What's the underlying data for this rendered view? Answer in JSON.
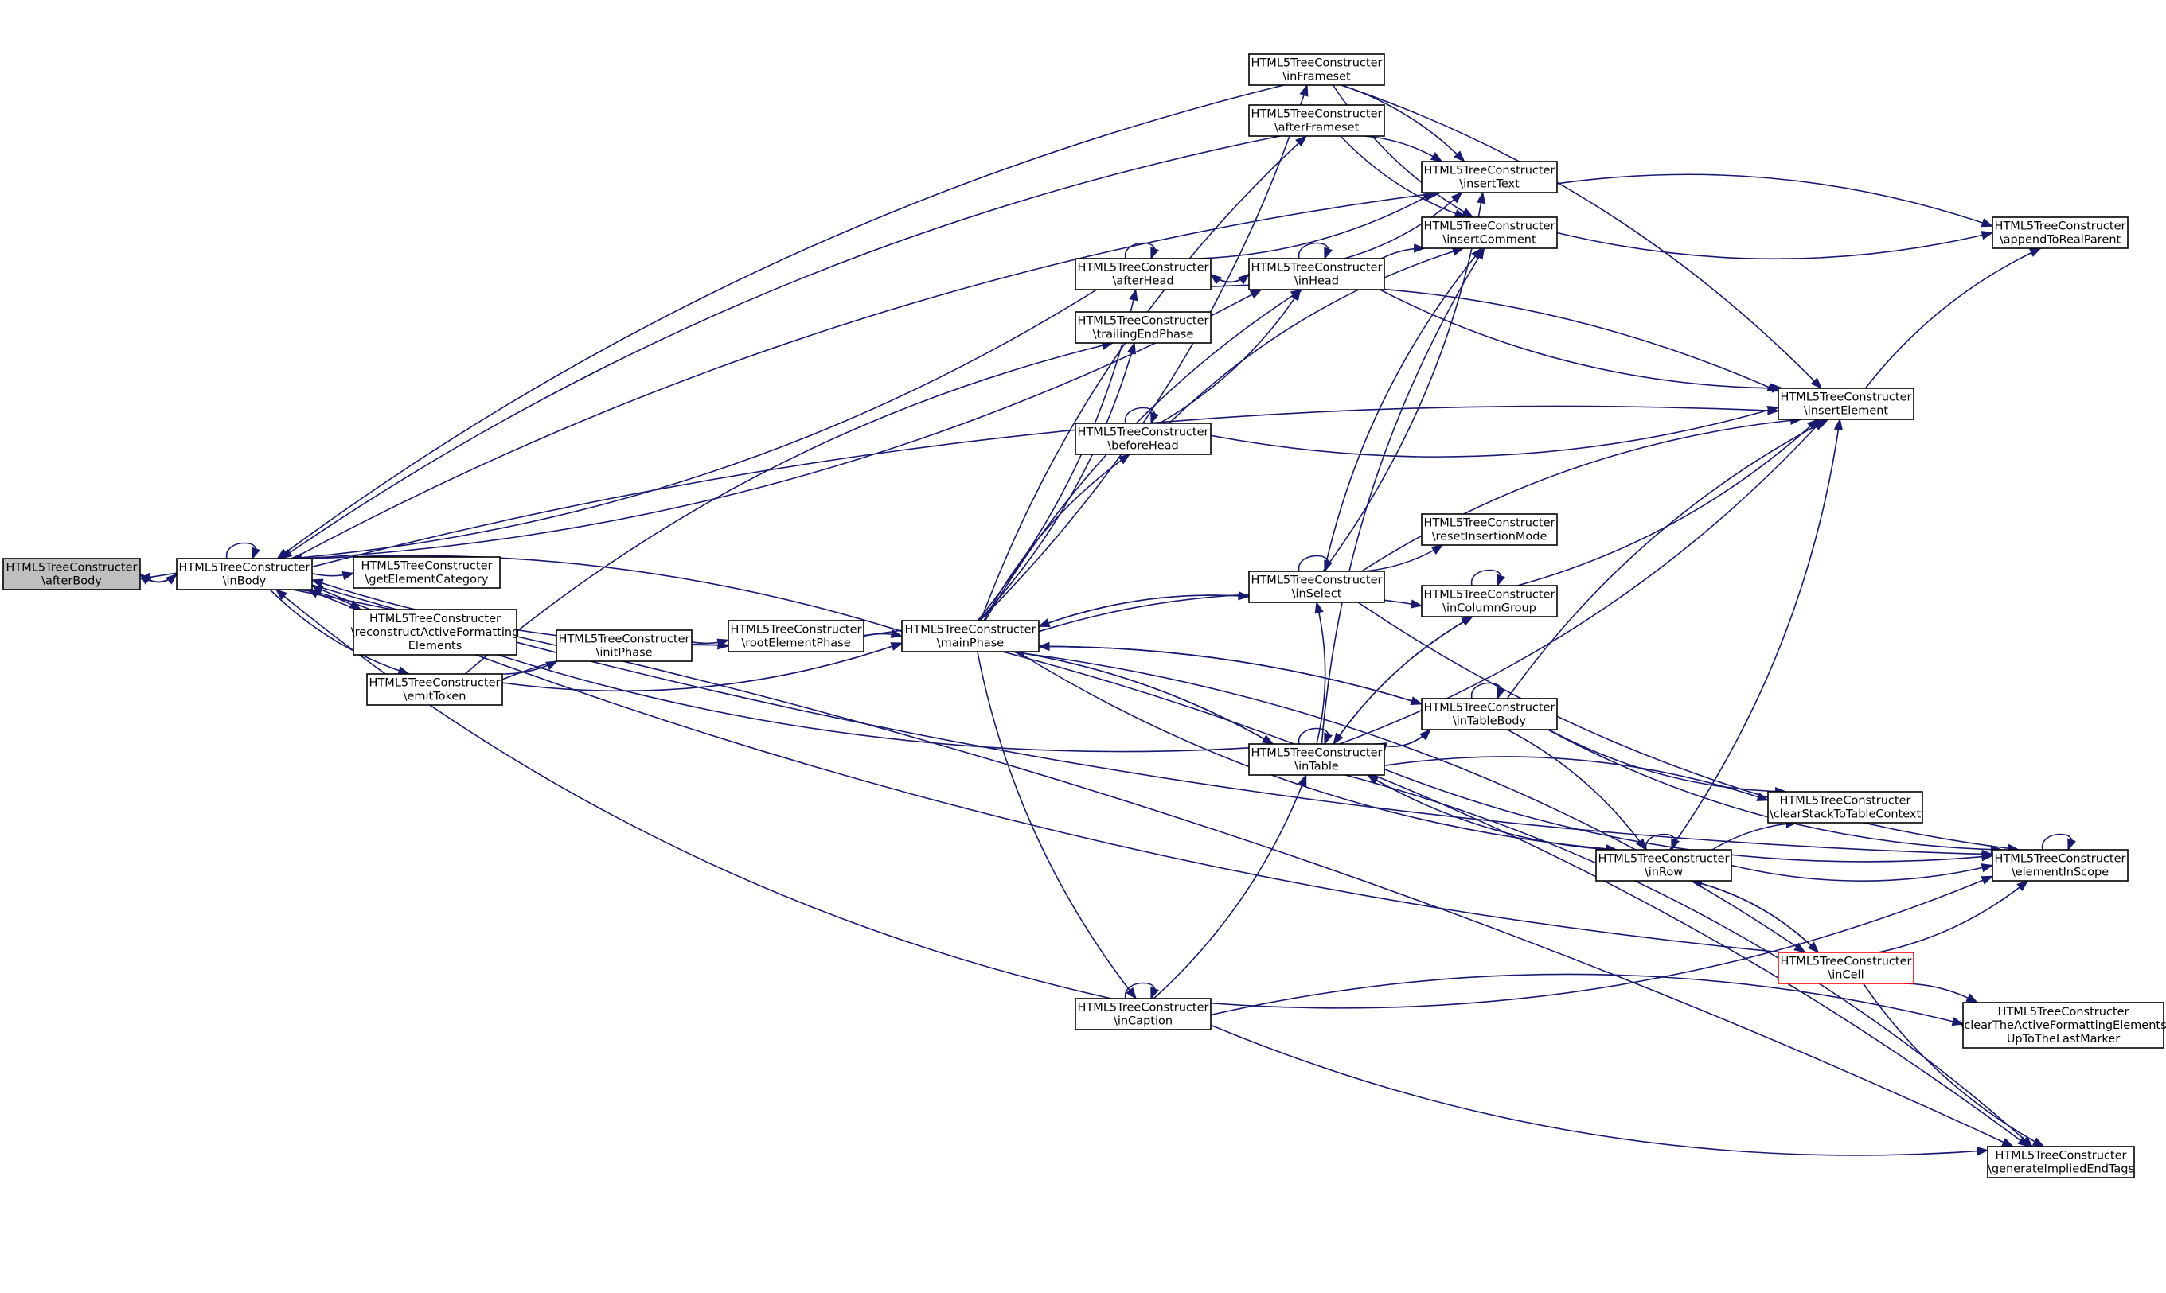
{
  "colors": {
    "edge": "#191970",
    "root_fill": "#bfbfbf",
    "highlight": "#ff0000"
  },
  "nodes": [
    {
      "id": "afterBody",
      "lines": [
        "HTML5TreeConstructer",
        "\\afterBody"
      ],
      "style": "root"
    },
    {
      "id": "inBody",
      "lines": [
        "HTML5TreeConstructer",
        "\\inBody"
      ]
    },
    {
      "id": "getElementCategory",
      "lines": [
        "HTML5TreeConstructer",
        "\\getElementCategory"
      ]
    },
    {
      "id": "reconstructActiveFormattingElements",
      "lines": [
        "HTML5TreeConstructer",
        "\\reconstructActiveFormatting",
        "Elements"
      ]
    },
    {
      "id": "emitToken",
      "lines": [
        "HTML5TreeConstructer",
        "\\emitToken"
      ]
    },
    {
      "id": "initPhase",
      "lines": [
        "HTML5TreeConstructer",
        "\\initPhase"
      ]
    },
    {
      "id": "rootElementPhase",
      "lines": [
        "HTML5TreeConstructer",
        "\\rootElementPhase"
      ]
    },
    {
      "id": "mainPhase",
      "lines": [
        "HTML5TreeConstructer",
        "\\mainPhase"
      ]
    },
    {
      "id": "inFrameset",
      "lines": [
        "HTML5TreeConstructer",
        "\\inFrameset"
      ]
    },
    {
      "id": "afterFrameset",
      "lines": [
        "HTML5TreeConstructer",
        "\\afterFrameset"
      ]
    },
    {
      "id": "afterHead",
      "lines": [
        "HTML5TreeConstructer",
        "\\afterHead"
      ]
    },
    {
      "id": "inHead",
      "lines": [
        "HTML5TreeConstructer",
        "\\inHead"
      ]
    },
    {
      "id": "trailingEndPhase",
      "lines": [
        "HTML5TreeConstructer",
        "\\trailingEndPhase"
      ]
    },
    {
      "id": "beforeHead",
      "lines": [
        "HTML5TreeConstructer",
        "\\beforeHead"
      ]
    },
    {
      "id": "insertText",
      "lines": [
        "HTML5TreeConstructer",
        "\\insertText"
      ]
    },
    {
      "id": "insertComment",
      "lines": [
        "HTML5TreeConstructer",
        "\\insertComment"
      ]
    },
    {
      "id": "appendToRealParent",
      "lines": [
        "HTML5TreeConstructer",
        "\\appendToRealParent"
      ]
    },
    {
      "id": "insertElement",
      "lines": [
        "HTML5TreeConstructer",
        "\\insertElement"
      ]
    },
    {
      "id": "resetInsertionMode",
      "lines": [
        "HTML5TreeConstructer",
        "\\resetInsertionMode"
      ]
    },
    {
      "id": "inSelect",
      "lines": [
        "HTML5TreeConstructer",
        "\\inSelect"
      ]
    },
    {
      "id": "inColumnGroup",
      "lines": [
        "HTML5TreeConstructer",
        "\\inColumnGroup"
      ]
    },
    {
      "id": "inTableBody",
      "lines": [
        "HTML5TreeConstructer",
        "\\inTableBody"
      ]
    },
    {
      "id": "inTable",
      "lines": [
        "HTML5TreeConstructer",
        "\\inTable"
      ]
    },
    {
      "id": "clearStackToTableContext",
      "lines": [
        "HTML5TreeConstructer",
        "\\clearStackToTableContext"
      ]
    },
    {
      "id": "inRow",
      "lines": [
        "HTML5TreeConstructer",
        "\\inRow"
      ]
    },
    {
      "id": "elementInScope",
      "lines": [
        "HTML5TreeConstructer",
        "\\elementInScope"
      ]
    },
    {
      "id": "inCell",
      "lines": [
        "HTML5TreeConstructer",
        "\\inCell"
      ],
      "style": "red"
    },
    {
      "id": "inCaption",
      "lines": [
        "HTML5TreeConstructer",
        "\\inCaption"
      ]
    },
    {
      "id": "clearTheActiveFormattingElementsUpToTheLastMarker",
      "lines": [
        "HTML5TreeConstructer",
        "\\clearTheActiveFormattingElements",
        "UpToTheLastMarker"
      ]
    },
    {
      "id": "generateImpliedEndTags",
      "lines": [
        "HTML5TreeConstructer",
        "\\generateImpliedEndTags"
      ]
    }
  ],
  "edges": [
    [
      "afterBody",
      "inBody"
    ],
    [
      "inBody",
      "afterBody"
    ],
    [
      "inBody",
      "inBody"
    ],
    [
      "inBody",
      "getElementCategory"
    ],
    [
      "inBody",
      "reconstructActiveFormattingElements"
    ],
    [
      "inBody",
      "emitToken"
    ],
    [
      "inBody",
      "insertText"
    ],
    [
      "inBody",
      "inHead"
    ],
    [
      "inBody",
      "insertElement"
    ],
    [
      "inBody",
      "elementInScope"
    ],
    [
      "inBody",
      "generateImpliedEndTags"
    ],
    [
      "emitToken",
      "initPhase"
    ],
    [
      "emitToken",
      "rootElementPhase"
    ],
    [
      "emitToken",
      "mainPhase"
    ],
    [
      "emitToken",
      "trailingEndPhase"
    ],
    [
      "initPhase",
      "rootElementPhase"
    ],
    [
      "rootElementPhase",
      "mainPhase"
    ],
    [
      "mainPhase",
      "afterBody"
    ],
    [
      "mainPhase",
      "inBody"
    ],
    [
      "mainPhase",
      "inFrameset"
    ],
    [
      "mainPhase",
      "afterFrameset"
    ],
    [
      "mainPhase",
      "afterHead"
    ],
    [
      "mainPhase",
      "inHead"
    ],
    [
      "mainPhase",
      "trailingEndPhase"
    ],
    [
      "mainPhase",
      "beforeHead"
    ],
    [
      "mainPhase",
      "inSelect"
    ],
    [
      "mainPhase",
      "inColumnGroup"
    ],
    [
      "mainPhase",
      "inTableBody"
    ],
    [
      "mainPhase",
      "inTable"
    ],
    [
      "mainPhase",
      "inRow"
    ],
    [
      "mainPhase",
      "inCell"
    ],
    [
      "mainPhase",
      "inCaption"
    ],
    [
      "mainPhase",
      "generateImpliedEndTags"
    ],
    [
      "inFrameset",
      "inBody"
    ],
    [
      "inFrameset",
      "insertText"
    ],
    [
      "inFrameset",
      "insertComment"
    ],
    [
      "inFrameset",
      "insertElement"
    ],
    [
      "afterFrameset",
      "inBody"
    ],
    [
      "afterFrameset",
      "insertText"
    ],
    [
      "afterFrameset",
      "insertComment"
    ],
    [
      "afterHead",
      "afterHead"
    ],
    [
      "afterHead",
      "inHead"
    ],
    [
      "afterHead",
      "inBody"
    ],
    [
      "afterHead",
      "insertText"
    ],
    [
      "afterHead",
      "insertElement"
    ],
    [
      "inHead",
      "afterHead"
    ],
    [
      "inHead",
      "inHead"
    ],
    [
      "inHead",
      "insertText"
    ],
    [
      "inHead",
      "insertComment"
    ],
    [
      "inHead",
      "insertElement"
    ],
    [
      "beforeHead",
      "beforeHead"
    ],
    [
      "beforeHead",
      "inHead"
    ],
    [
      "beforeHead",
      "insertComment"
    ],
    [
      "beforeHead",
      "insertElement"
    ],
    [
      "insertText",
      "appendToRealParent"
    ],
    [
      "insertComment",
      "appendToRealParent"
    ],
    [
      "insertElement",
      "appendToRealParent"
    ],
    [
      "inSelect",
      "inSelect"
    ],
    [
      "inSelect",
      "mainPhase"
    ],
    [
      "inSelect",
      "insertText"
    ],
    [
      "inSelect",
      "insertComment"
    ],
    [
      "inSelect",
      "resetInsertionMode"
    ],
    [
      "inSelect",
      "insertElement"
    ],
    [
      "inSelect",
      "elementInScope"
    ],
    [
      "inColumnGroup",
      "inColumnGroup"
    ],
    [
      "inColumnGroup",
      "insertElement"
    ],
    [
      "inColumnGroup",
      "inTable"
    ],
    [
      "inTableBody",
      "inTableBody"
    ],
    [
      "inTableBody",
      "mainPhase"
    ],
    [
      "inTableBody",
      "inTable"
    ],
    [
      "inTableBody",
      "insertElement"
    ],
    [
      "inTableBody",
      "clearStackToTableContext"
    ],
    [
      "inTableBody",
      "inRow"
    ],
    [
      "inTableBody",
      "elementInScope"
    ],
    [
      "inTable",
      "inTable"
    ],
    [
      "inTable",
      "mainPhase"
    ],
    [
      "inTable",
      "inBody"
    ],
    [
      "inTable",
      "inTableBody"
    ],
    [
      "inTable",
      "inColumnGroup"
    ],
    [
      "inTable",
      "inSelect"
    ],
    [
      "inTable",
      "insertComment"
    ],
    [
      "inTable",
      "insertElement"
    ],
    [
      "inTable",
      "clearStackToTableContext"
    ],
    [
      "inTable",
      "elementInScope"
    ],
    [
      "inTable",
      "generateImpliedEndTags"
    ],
    [
      "inRow",
      "inRow"
    ],
    [
      "inRow",
      "inTable"
    ],
    [
      "inRow",
      "insertElement"
    ],
    [
      "inRow",
      "clearStackToTableContext"
    ],
    [
      "inRow",
      "elementInScope"
    ],
    [
      "inRow",
      "inCell"
    ],
    [
      "inCell",
      "inRow"
    ],
    [
      "inCell",
      "inBody"
    ],
    [
      "inCell",
      "elementInScope"
    ],
    [
      "inCell",
      "clearTheActiveFormattingElementsUpToTheLastMarker"
    ],
    [
      "inCell",
      "generateImpliedEndTags"
    ],
    [
      "inCaption",
      "inCaption"
    ],
    [
      "inCaption",
      "inTable"
    ],
    [
      "inCaption",
      "inBody"
    ],
    [
      "inCaption",
      "elementInScope"
    ],
    [
      "inCaption",
      "clearTheActiveFormattingElementsUpToTheLastMarker"
    ],
    [
      "inCaption",
      "generateImpliedEndTags"
    ],
    [
      "elementInScope",
      "elementInScope"
    ]
  ]
}
